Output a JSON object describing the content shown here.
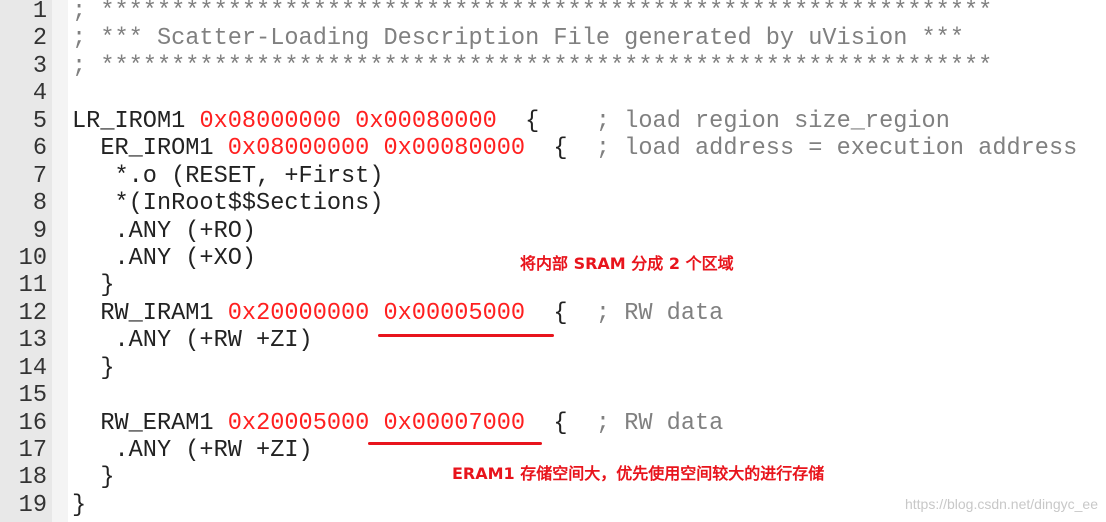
{
  "editor": {
    "lines": [
      {
        "num": "1",
        "segs": [
          {
            "t": "; ***************************************************************",
            "c": "c"
          }
        ]
      },
      {
        "num": "2",
        "segs": [
          {
            "t": "; *** Scatter-Loading Description File generated by uVision ***",
            "c": "c"
          }
        ]
      },
      {
        "num": "3",
        "segs": [
          {
            "t": "; ***************************************************************",
            "c": "c"
          }
        ]
      },
      {
        "num": "4",
        "segs": []
      },
      {
        "num": "5",
        "segs": [
          {
            "t": "LR_IROM1 ",
            "c": "k"
          },
          {
            "t": "0x08000000 0x00080000",
            "c": "n"
          },
          {
            "t": "  {    ",
            "c": "k"
          },
          {
            "t": "; load region size_region",
            "c": "c"
          }
        ]
      },
      {
        "num": "6",
        "segs": [
          {
            "t": "  ER_IROM1 ",
            "c": "k"
          },
          {
            "t": "0x08000000 0x00080000",
            "c": "n"
          },
          {
            "t": "  {  ",
            "c": "k"
          },
          {
            "t": "; load address = execution address",
            "c": "c"
          }
        ]
      },
      {
        "num": "7",
        "segs": [
          {
            "t": "   *.o (RESET, +First)",
            "c": "k"
          }
        ]
      },
      {
        "num": "8",
        "segs": [
          {
            "t": "   *(InRoot$$Sections)",
            "c": "k"
          }
        ]
      },
      {
        "num": "9",
        "segs": [
          {
            "t": "   .ANY (+RO)",
            "c": "k"
          }
        ]
      },
      {
        "num": "10",
        "segs": [
          {
            "t": "   .ANY (+XO)",
            "c": "k"
          }
        ]
      },
      {
        "num": "11",
        "segs": [
          {
            "t": "  }",
            "c": "k"
          }
        ]
      },
      {
        "num": "12",
        "segs": [
          {
            "t": "  RW_IRAM1 ",
            "c": "k"
          },
          {
            "t": "0x20000000 0x00005000",
            "c": "n"
          },
          {
            "t": "  {  ",
            "c": "k"
          },
          {
            "t": "; RW data",
            "c": "c"
          }
        ]
      },
      {
        "num": "13",
        "segs": [
          {
            "t": "   .ANY (+RW +ZI)",
            "c": "k"
          }
        ]
      },
      {
        "num": "14",
        "segs": [
          {
            "t": "  }",
            "c": "k"
          }
        ]
      },
      {
        "num": "15",
        "segs": []
      },
      {
        "num": "16",
        "segs": [
          {
            "t": "  RW_ERAM1 ",
            "c": "k"
          },
          {
            "t": "0x20005000 0x00007000",
            "c": "n"
          },
          {
            "t": "  {  ",
            "c": "k"
          },
          {
            "t": "; RW data",
            "c": "c"
          }
        ]
      },
      {
        "num": "17",
        "segs": [
          {
            "t": "   .ANY (+RW +ZI)",
            "c": "k"
          }
        ]
      },
      {
        "num": "18",
        "segs": [
          {
            "t": "  }",
            "c": "k"
          }
        ]
      },
      {
        "num": "19",
        "segs": [
          {
            "t": "}",
            "c": "k"
          }
        ]
      }
    ]
  },
  "annotations": {
    "note1": "将内部 SRAM 分成 2 个区域",
    "note2": "ERAM1 存储空间大，优先使用空间较大的进行存储",
    "accent": "#e8141c"
  },
  "watermark": "https://blog.csdn.net/dingyc_ee"
}
